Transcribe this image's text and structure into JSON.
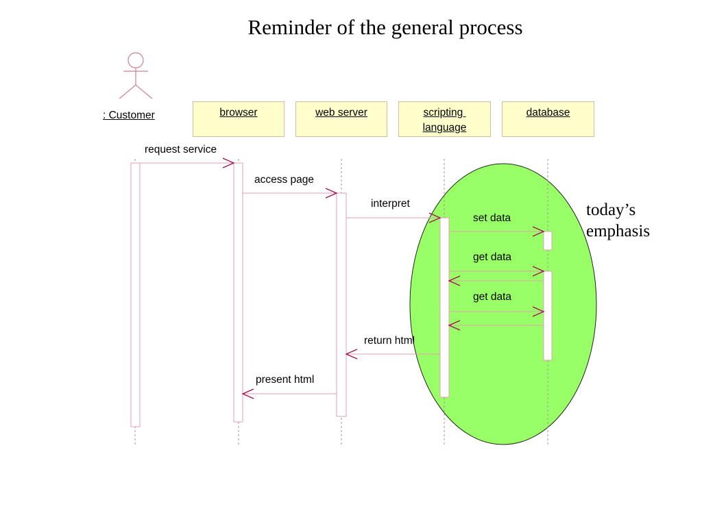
{
  "slide": {
    "title": "Reminder of the general process"
  },
  "actor": {
    "label": ": Customer"
  },
  "objects": [
    {
      "id": "browser",
      "label": "browser"
    },
    {
      "id": "web-server",
      "label": "web server"
    },
    {
      "id": "scripting-language",
      "label_line1": "scripting ",
      "label_line2": "language"
    },
    {
      "id": "database",
      "label": "database"
    }
  ],
  "messages": {
    "request_service": "request service",
    "access_page": "access page",
    "interpret": "interpret",
    "set_data": "set data",
    "get_data_1": "get data",
    "get_data_2": "get data",
    "return_html": "return html",
    "present_html": "present html"
  },
  "emphasis": {
    "line1": "today’s",
    "line2": "emphasis",
    "fill_color": "#99ff66"
  },
  "colors": {
    "box_fill": "#ffffcc",
    "box_border": "#d8b8a0",
    "lifeline": "#999999",
    "message_line": "#e0a0b0",
    "arrowhead": "#a01050",
    "activation_border": "#e0a0b0"
  }
}
